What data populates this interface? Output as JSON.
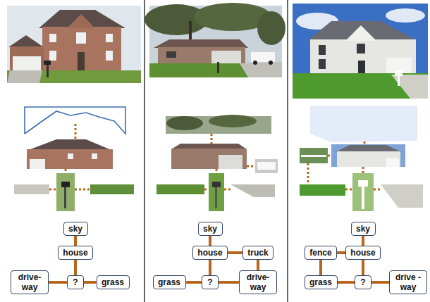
{
  "diagram": {
    "nodes": [
      {
        "text": [
          "sky"
        ]
      },
      {
        "text": [
          "house"
        ]
      },
      {
        "text": [
          "drive- way"
        ]
      },
      {
        "text": [
          "?"
        ]
      },
      {
        "text": [
          "grass"
        ]
      },
      {
        "text": [
          "sky"
        ]
      },
      {
        "text": [
          "house"
        ]
      },
      {
        "text": [
          "truck"
        ]
      },
      {
        "text": [
          "grass"
        ]
      },
      {
        "text": [
          "?"
        ]
      },
      {
        "text": [
          "drive- way"
        ]
      },
      {
        "text": [
          "sky"
        ]
      },
      {
        "text": [
          "fence"
        ]
      },
      {
        "text": [
          "house"
        ]
      },
      {
        "text": [
          "grass"
        ]
      },
      {
        "text": [
          "?"
        ]
      },
      {
        "text": [
          "drive -way"
        ]
      }
    ],
    "edges": [
      {
        "from": 0,
        "to": 1,
        "arrow": "none"
      },
      {
        "from": 1,
        "to": 3,
        "arrow": "none"
      },
      {
        "from": 2,
        "to": 3,
        "arrow": "none"
      },
      {
        "from": 3,
        "to": 4,
        "arrow": "none"
      },
      {
        "from": 5,
        "to": 6,
        "arrow": "none"
      },
      {
        "from": 6,
        "to": 7,
        "arrow": "none"
      },
      {
        "from": 6,
        "to": 9,
        "arrow": "none"
      },
      {
        "from": 8,
        "to": 9,
        "arrow": "none"
      },
      {
        "from": 9,
        "to": 10,
        "arrow": "none"
      },
      {
        "from": 7,
        "to": 10,
        "arrow": "none"
      },
      {
        "from": 11,
        "to": 13,
        "arrow": "none"
      },
      {
        "from": 12,
        "to": 13,
        "arrow": "none"
      },
      {
        "from": 13,
        "to": 15,
        "arrow": "none"
      },
      {
        "from": 14,
        "to": 15,
        "arrow": "none"
      },
      {
        "from": 15,
        "to": 16,
        "arrow": "none"
      },
      {
        "from": 12,
        "to": 14,
        "arrow": "none"
      }
    ]
  }
}
